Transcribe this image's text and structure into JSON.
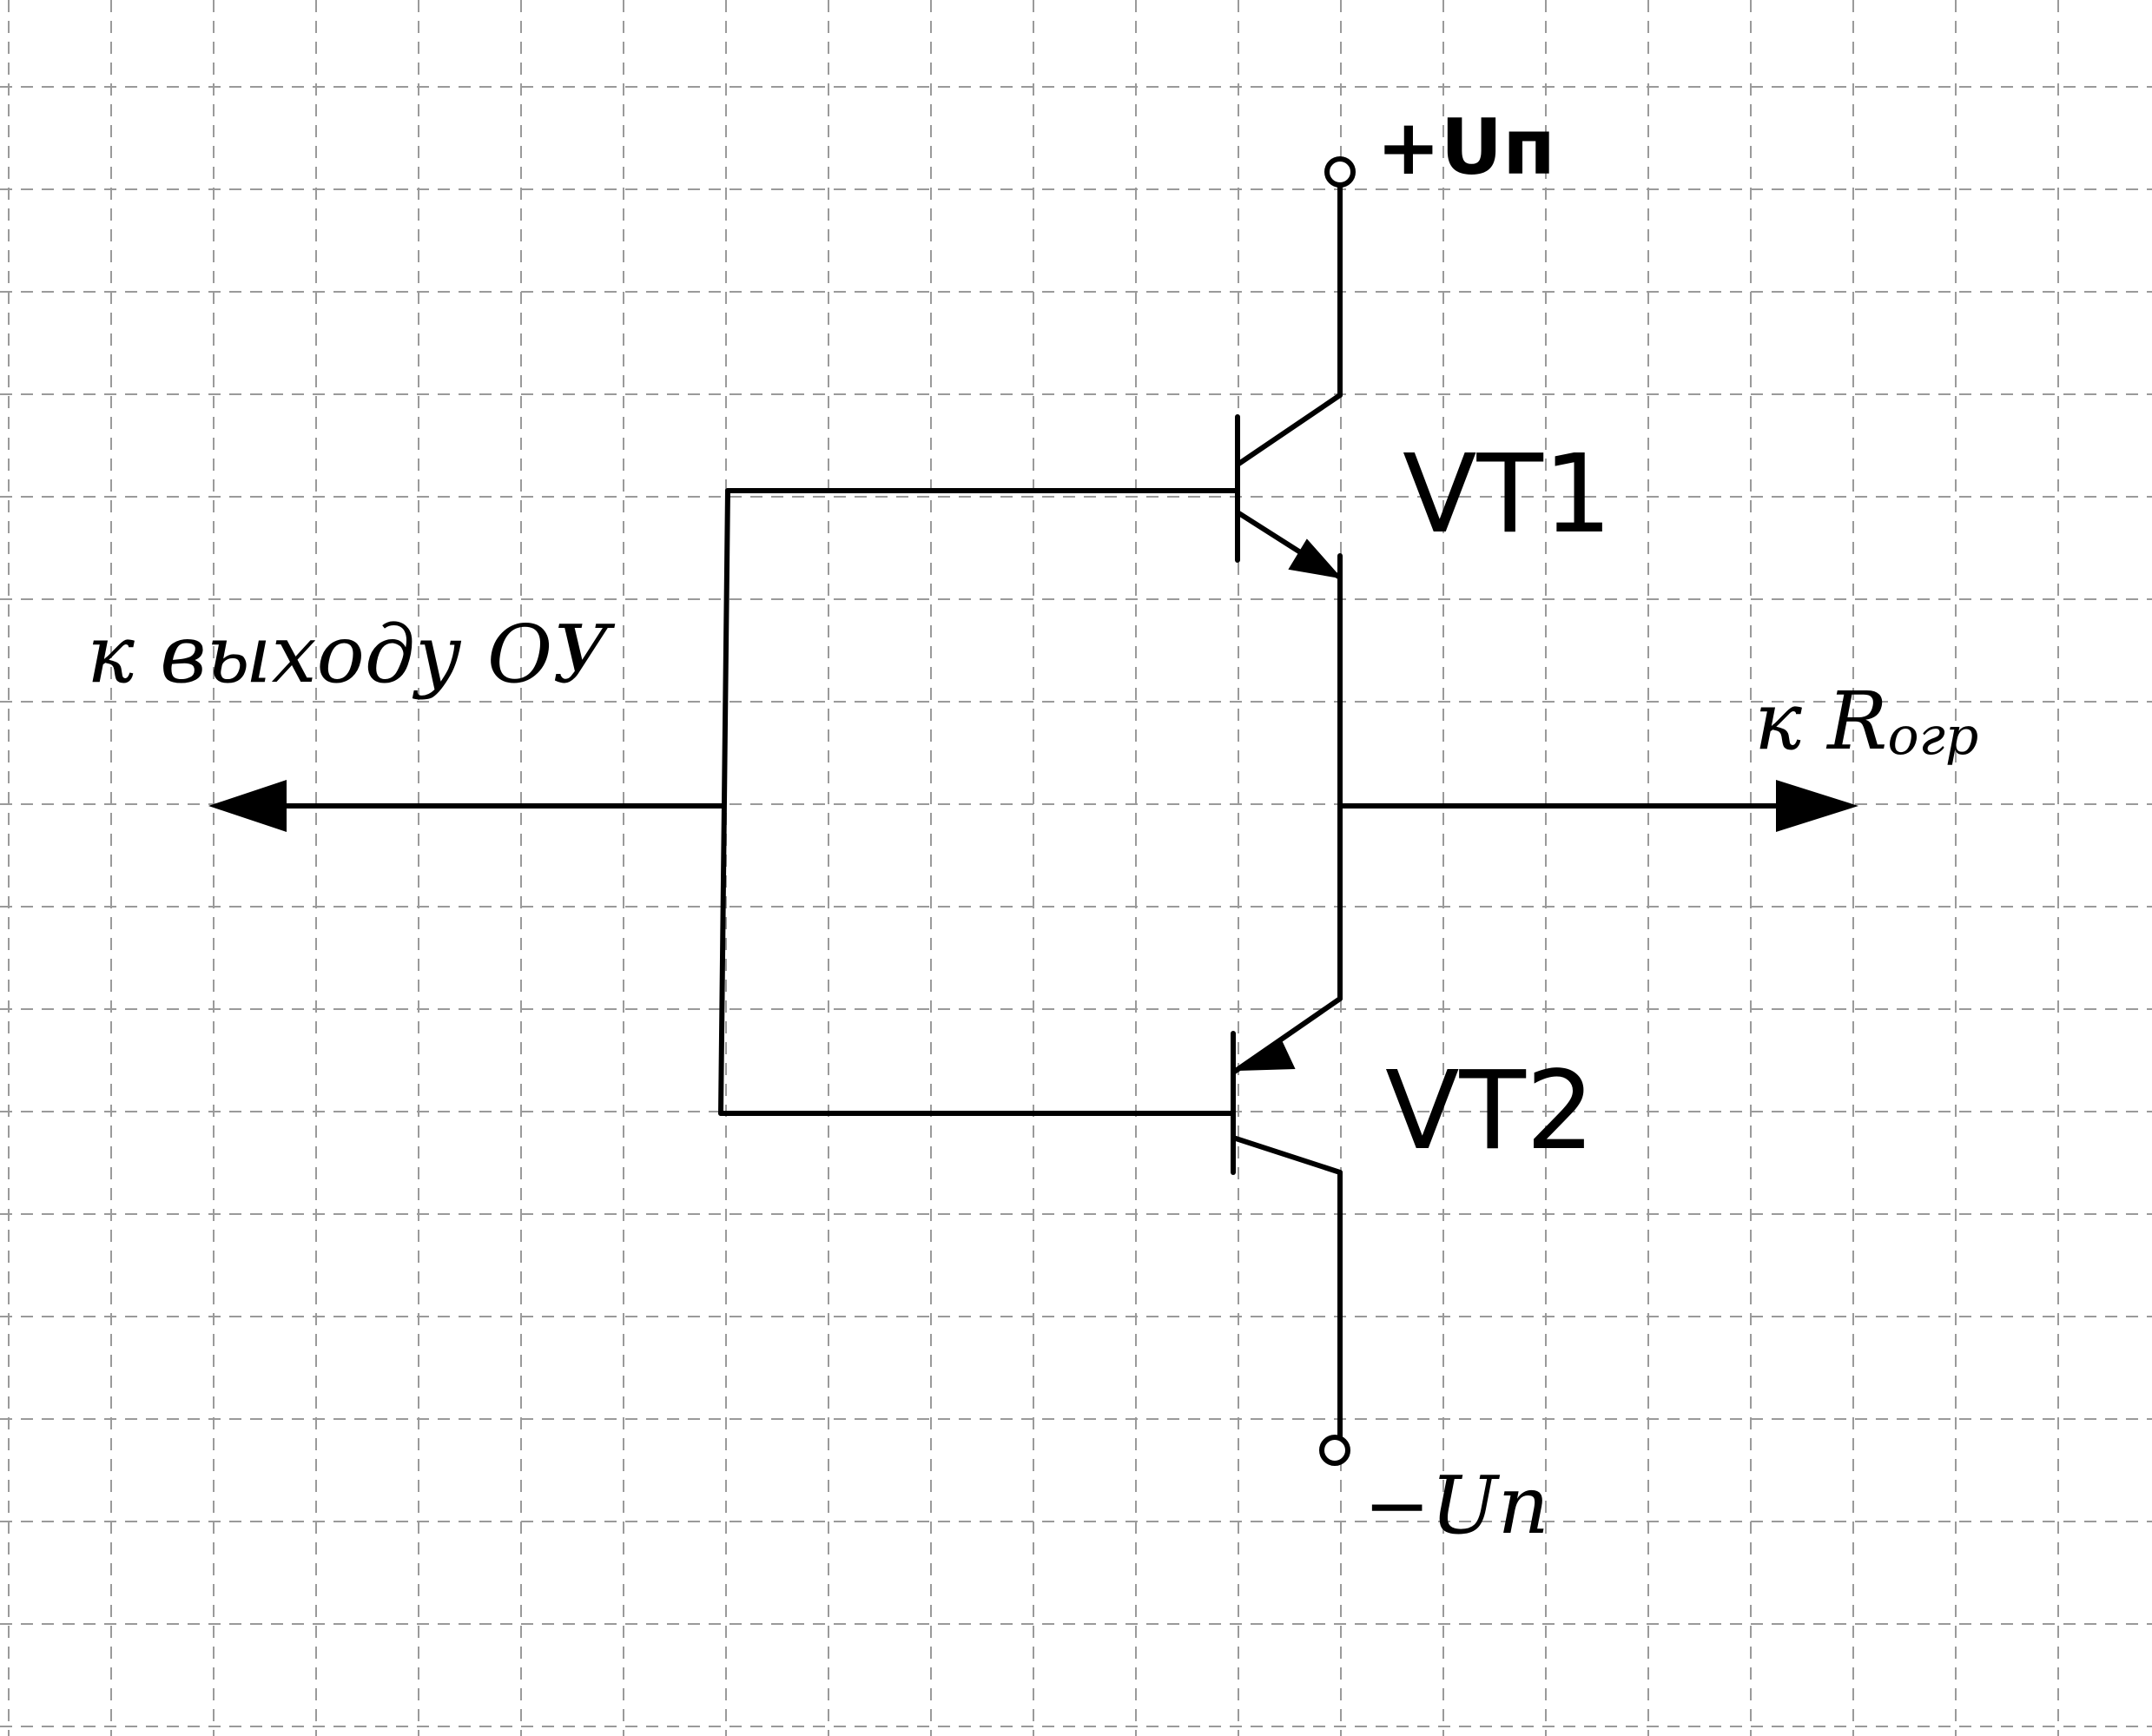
{
  "colors": {
    "ink": "#000000",
    "paper": "#ffffff",
    "grid": "#9a9a9a"
  },
  "labels": {
    "vplus": "+Uп",
    "vminus": "−Uп",
    "vt1": "VT1",
    "vt2": "VT2",
    "input": "к выходу ОУ",
    "output_prefix": "к R",
    "output_sub": "огр"
  }
}
